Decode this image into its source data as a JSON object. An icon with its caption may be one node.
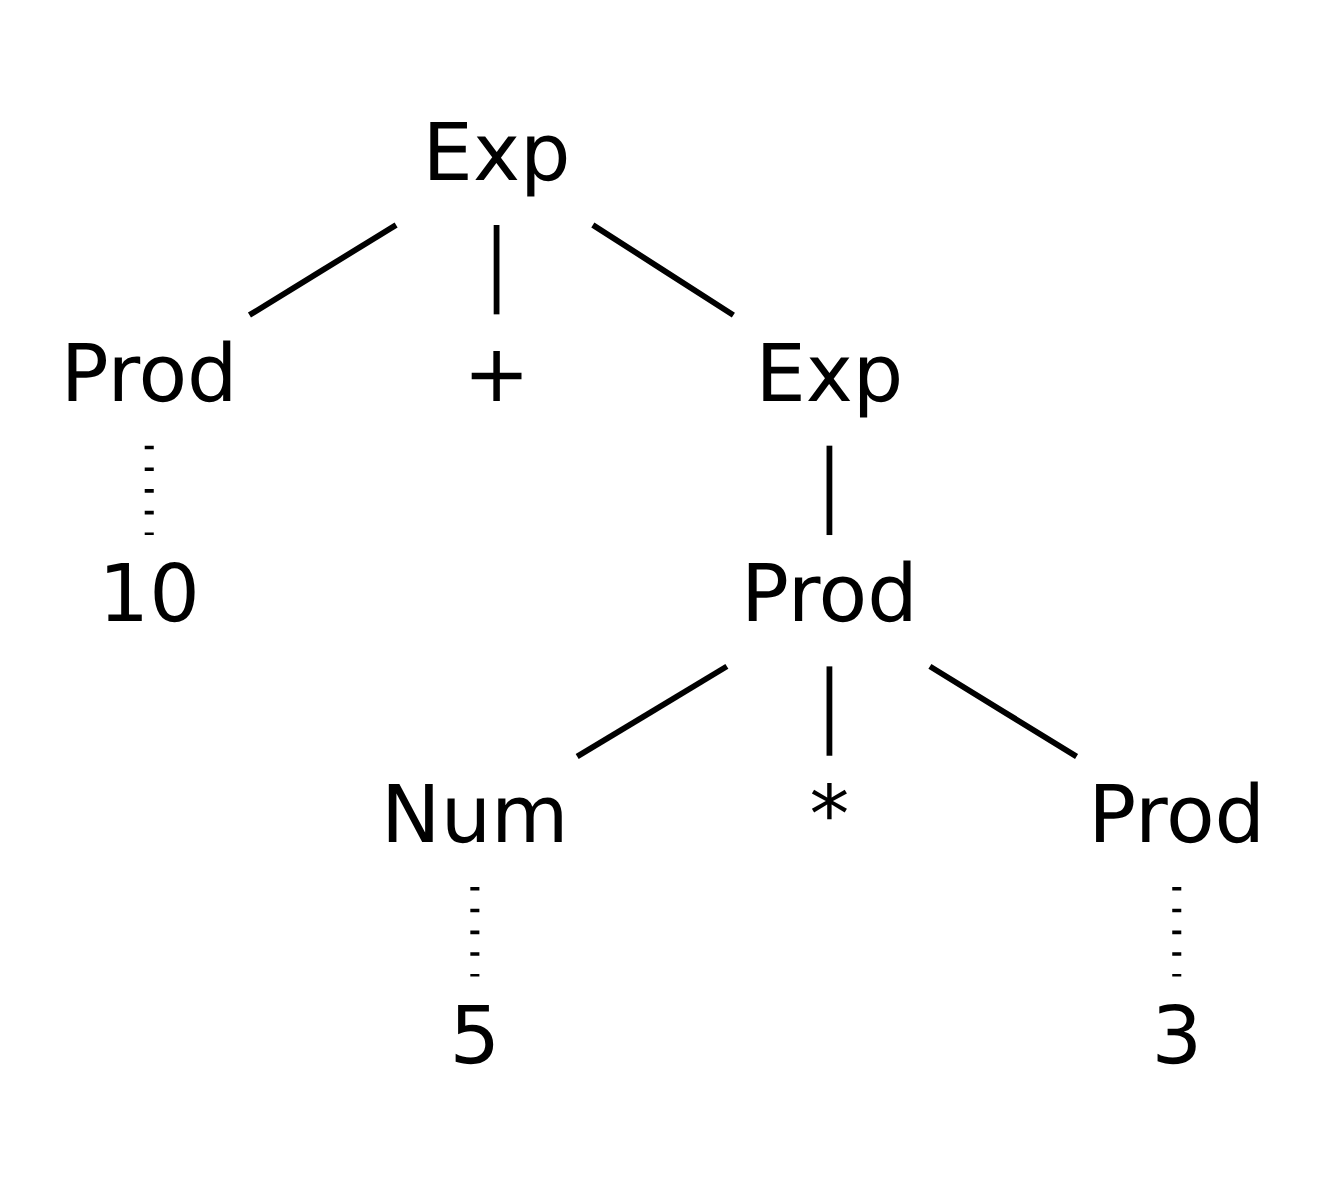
{
  "diagram": {
    "nodes": [
      {
        "text": [
          "Exp"
        ]
      },
      {
        "text": [
          "Prod"
        ]
      },
      {
        "text": [
          "+"
        ]
      },
      {
        "text": [
          "Exp"
        ]
      },
      {
        "text": [
          "Prod"
        ]
      },
      {
        "text": [
          "10"
        ]
      },
      {
        "text": [
          "Num"
        ]
      },
      {
        "text": [
          "*"
        ]
      },
      {
        "text": [
          "Prod"
        ]
      },
      {
        "text": [
          "5"
        ]
      },
      {
        "text": [
          "3"
        ]
      }
    ],
    "edges": [
      {
        "from": 0,
        "to": 1,
        "arrow": "none"
      },
      {
        "from": 0,
        "to": 2,
        "arrow": "none"
      },
      {
        "from": 0,
        "to": 3,
        "arrow": "none"
      },
      {
        "from": 1,
        "to": 5,
        "arrow": "none",
        "style": "dashed"
      },
      {
        "from": 3,
        "to": 4,
        "arrow": "none"
      },
      {
        "from": 4,
        "to": 6,
        "arrow": "none"
      },
      {
        "from": 4,
        "to": 7,
        "arrow": "none"
      },
      {
        "from": 4,
        "to": 8,
        "arrow": "none"
      },
      {
        "from": 6,
        "to": 9,
        "arrow": "none",
        "style": "dashed"
      },
      {
        "from": 8,
        "to": 10,
        "arrow": "none",
        "style": "dashed"
      }
    ]
  }
}
